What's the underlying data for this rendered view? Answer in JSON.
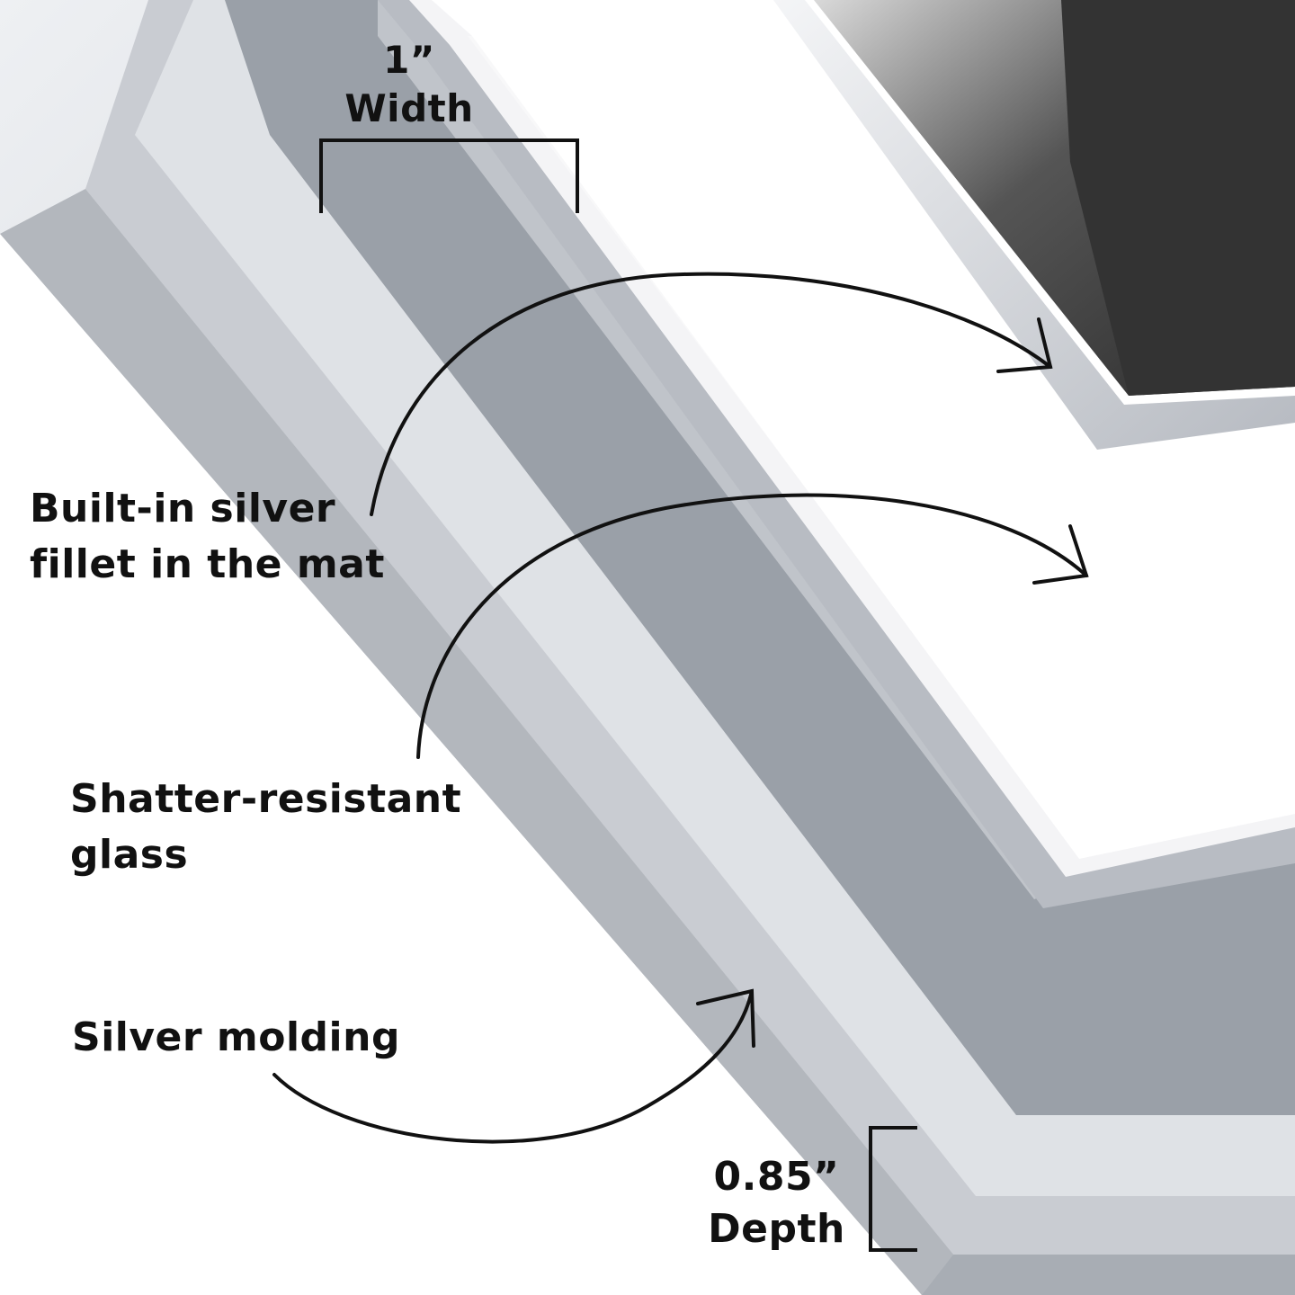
{
  "callouts": {
    "width": {
      "value": "1”",
      "caption": "Width"
    },
    "fillet": {
      "line1": "Built-in silver",
      "line2": "fillet in the mat"
    },
    "glass": {
      "line1": "Shatter-resistant",
      "line2": "glass"
    },
    "molding": {
      "text": "Silver molding"
    },
    "depth": {
      "value": "0.85”",
      "caption": "Depth"
    }
  },
  "colors": {
    "text": "#111111",
    "silver_light": "#e8eaee",
    "silver_mid": "#b9bdc4",
    "silver_dark": "#8e939b",
    "mat": "#ffffff",
    "photo": "#3a3a3a"
  }
}
